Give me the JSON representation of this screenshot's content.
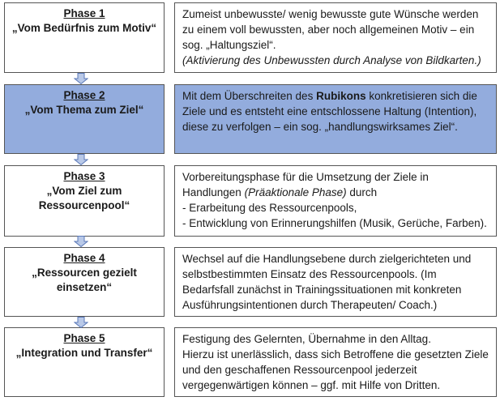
{
  "phases": [
    {
      "label": "Phase 1",
      "subtitle": "„Vom Bedürfnis zum Motiv“",
      "description_lines": [
        {
          "parts": [
            {
              "text": "Zumeist unbewusste/ wenig bewusste gute Wünsche werden",
              "style": "normal"
            }
          ]
        },
        {
          "parts": [
            {
              "text": "zu einem voll bewussten, aber noch allgemeinen Motiv – ein",
              "style": "normal"
            }
          ]
        },
        {
          "parts": [
            {
              "text": "sog. „Haltungsziel“.",
              "style": "normal"
            }
          ]
        },
        {
          "parts": [
            {
              "text": "(Aktivierung des Unbewussten durch Analyse von Bildkarten.)",
              "style": "italic"
            }
          ]
        }
      ]
    },
    {
      "label": "Phase 2",
      "subtitle": "„Vom Thema zum Ziel“",
      "highlighted": true,
      "description_lines": [
        {
          "parts": [
            {
              "text": "Mit dem Überschreiten des ",
              "style": "normal"
            },
            {
              "text": "Rubikons",
              "style": "bold"
            },
            {
              "text": " konkretisieren sich die",
              "style": "normal"
            }
          ]
        },
        {
          "parts": [
            {
              "text": "Ziele und es entsteht eine entschlossene Haltung (Intention),",
              "style": "normal"
            }
          ]
        },
        {
          "parts": [
            {
              "text": "diese zu verfolgen – ein sog. „handlungswirksames Ziel“.",
              "style": "normal"
            }
          ]
        }
      ]
    },
    {
      "label": "Phase 3",
      "subtitle": "„Vom Ziel zum Ressourcenpool“",
      "description_lines": [
        {
          "parts": [
            {
              "text": "Vorbereitungsphase für die Umsetzung der Ziele in",
              "style": "normal"
            }
          ]
        },
        {
          "parts": [
            {
              "text": "Handlungen ",
              "style": "normal"
            },
            {
              "text": "(Präaktionale Phase)",
              "style": "italic"
            },
            {
              "text": " durch",
              "style": "normal"
            }
          ]
        },
        {
          "parts": [
            {
              "text": "- Erarbeitung des Ressourcenpools,",
              "style": "normal"
            }
          ]
        },
        {
          "parts": [
            {
              "text": "- Entwicklung von Erinnerungshilfen (Musik, Gerüche, Farben).",
              "style": "normal"
            }
          ]
        }
      ]
    },
    {
      "label": "Phase 4",
      "subtitle": "„Ressourcen gezielt einsetzen“",
      "description_lines": [
        {
          "parts": [
            {
              "text": "Wechsel auf die Handlungsebene durch zielgerichteten und",
              "style": "normal"
            }
          ]
        },
        {
          "parts": [
            {
              "text": "selbstbestimmten Einsatz des Ressourcenpools. (Im",
              "style": "normal"
            }
          ]
        },
        {
          "parts": [
            {
              "text": "Bedarfsfall zunächst in Trainingssituationen mit konkreten",
              "style": "normal"
            }
          ]
        },
        {
          "parts": [
            {
              "text": "Ausführungsintentionen durch Therapeuten/ Coach.)",
              "style": "normal"
            }
          ]
        }
      ]
    },
    {
      "label": "Phase 5",
      "subtitle": "„Integration und Transfer“",
      "description_lines": [
        {
          "parts": [
            {
              "text": "Festigung des Gelernten, Übernahme in den Alltag.",
              "style": "normal"
            }
          ]
        },
        {
          "parts": [
            {
              "text": "Hierzu ist unerlässlich, dass sich Betroffene die gesetzten Ziele",
              "style": "normal"
            }
          ]
        },
        {
          "parts": [
            {
              "text": "und den geschaffenen Ressourcenpool jederzeit",
              "style": "normal"
            }
          ]
        },
        {
          "parts": [
            {
              "text": "vergegenwärtigen können – ggf. mit Hilfe von Dritten.",
              "style": "normal"
            }
          ]
        }
      ]
    }
  ],
  "colors": {
    "highlight": "#93acdd",
    "arrow_fill": "#b9c9e8",
    "arrow_stroke": "#5b79b8",
    "border": "#555555"
  }
}
